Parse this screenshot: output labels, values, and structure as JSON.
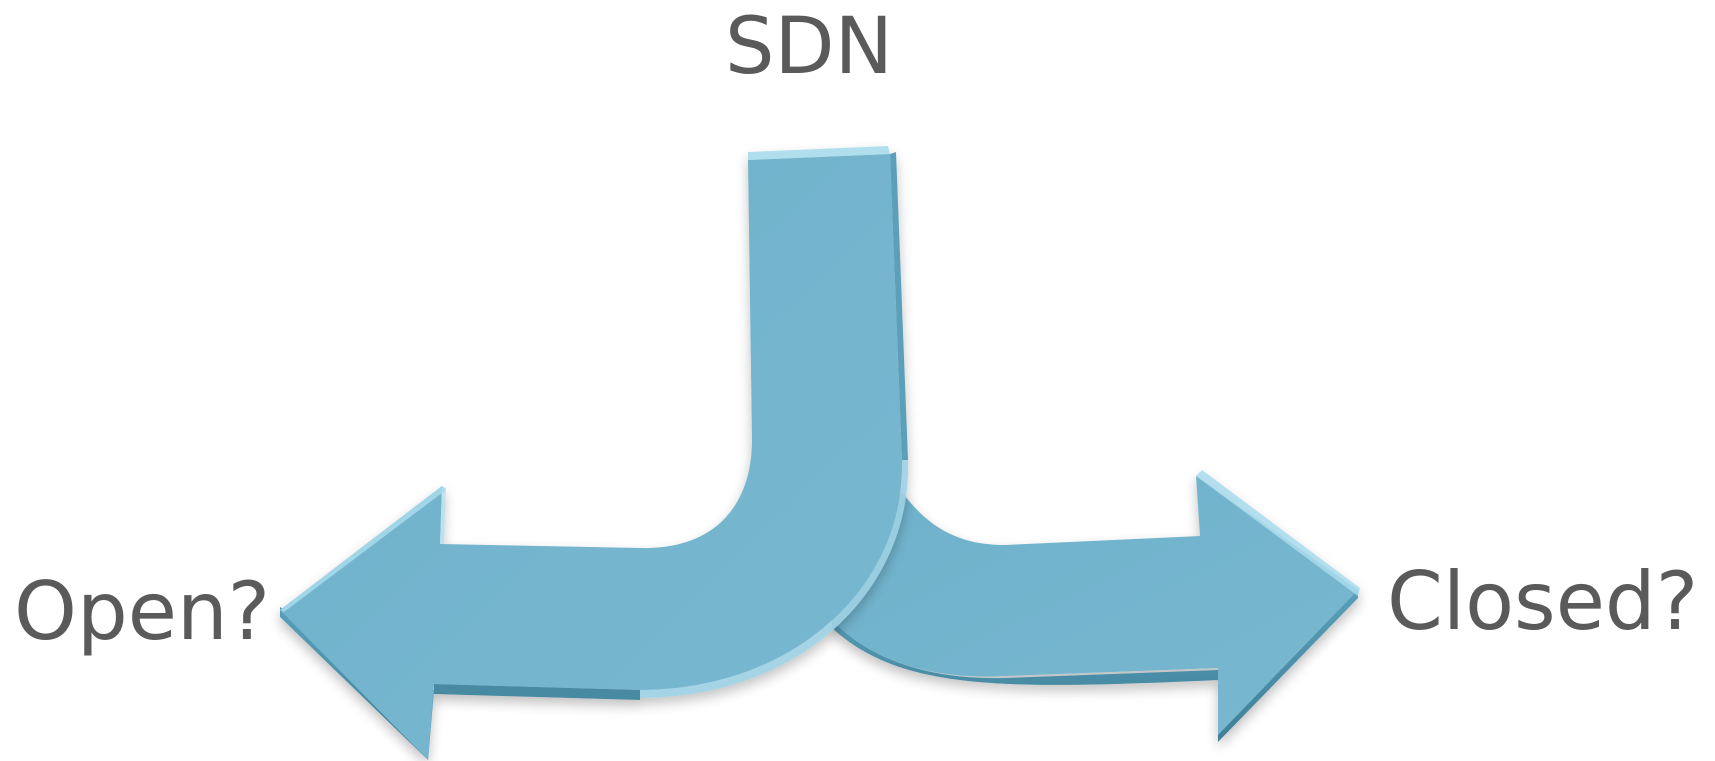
{
  "diagram": {
    "title": "SDN",
    "left_option": "Open?",
    "right_option": "Closed?",
    "arrow_color": "#74b6cf",
    "arrow_dark": "#4e93ad",
    "arrow_light": "#a9dbec",
    "text_color": "#5a5a5a"
  }
}
